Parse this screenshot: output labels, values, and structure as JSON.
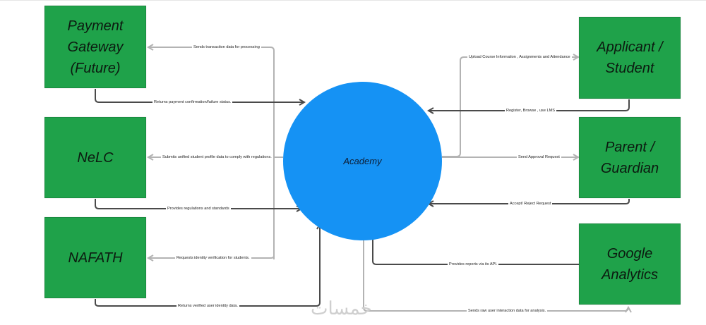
{
  "diagram": {
    "center": {
      "label": "Academy",
      "color": "#1592f4"
    },
    "entities": [
      {
        "id": "payment",
        "label": "Payment\nGateway\n(Future)"
      },
      {
        "id": "nelc",
        "label": "NeLC"
      },
      {
        "id": "nafath",
        "label": "NAFATH"
      },
      {
        "id": "applicant",
        "label": "Applicant /\nStudent"
      },
      {
        "id": "parent",
        "label": "Parent /\nGuardian"
      },
      {
        "id": "google",
        "label": "Google\nAnalytics"
      }
    ],
    "flows": [
      "Sends transaction data for processing",
      "Returns payment confirmation/failure status.",
      "Submits unified student profile data to comply with regulations.",
      "Provides regulations and standards",
      "Requests identity verification for students.",
      "Returns verified user identity data.",
      "Upload Course Information , Assignments and Attendance",
      "Register, Browse , use LMS",
      "Send Approval Request",
      "Accept/ Reject Request",
      "Provides reports via its API.",
      "Sends raw user interaction data for analysis."
    ],
    "colors": {
      "entity": "#1fa24a",
      "line_dark": "#4a4a4a",
      "line_light": "#b3b3b3"
    },
    "watermark": "خمسات"
  }
}
